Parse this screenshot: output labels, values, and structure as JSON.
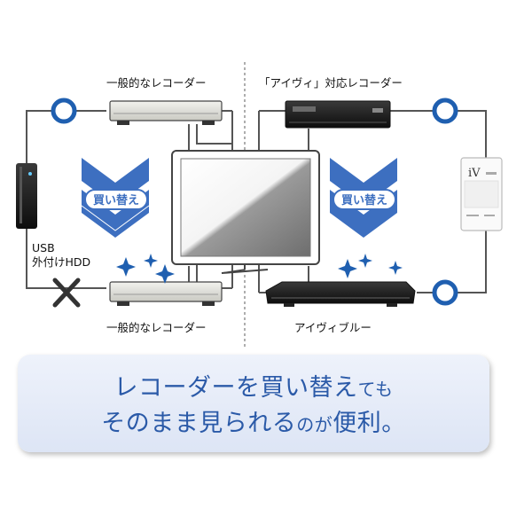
{
  "left_panel": {
    "recorder_top_label": "一般的なレコーダー",
    "recorder_bottom_label": "一般的なレコーダー",
    "usb_label_line1": "USB",
    "usb_label_line2": "外付けHDD",
    "badge_text": "買い替え",
    "connection_ok_icon": "circle-icon",
    "connection_ng_icon": "cross-icon"
  },
  "right_panel": {
    "recorder_top_label": "「アイヴィ」対応レコーダー",
    "recorder_bottom_label": "アイヴィブルー",
    "badge_text": "買い替え",
    "cassette_logo": "iV"
  },
  "caption": {
    "line1_part1": "レコーダーを買い替え",
    "line1_part2": "ても",
    "line2_part1": "そのまま見られる",
    "line2_part2": "のが",
    "line2_part3": "便利。"
  },
  "colors": {
    "accent_blue": "#1f5fb0",
    "chevron_blue": "#3d6fc0",
    "caption_text": "#2b5aa8",
    "caption_bg": "#e3e9f7"
  }
}
